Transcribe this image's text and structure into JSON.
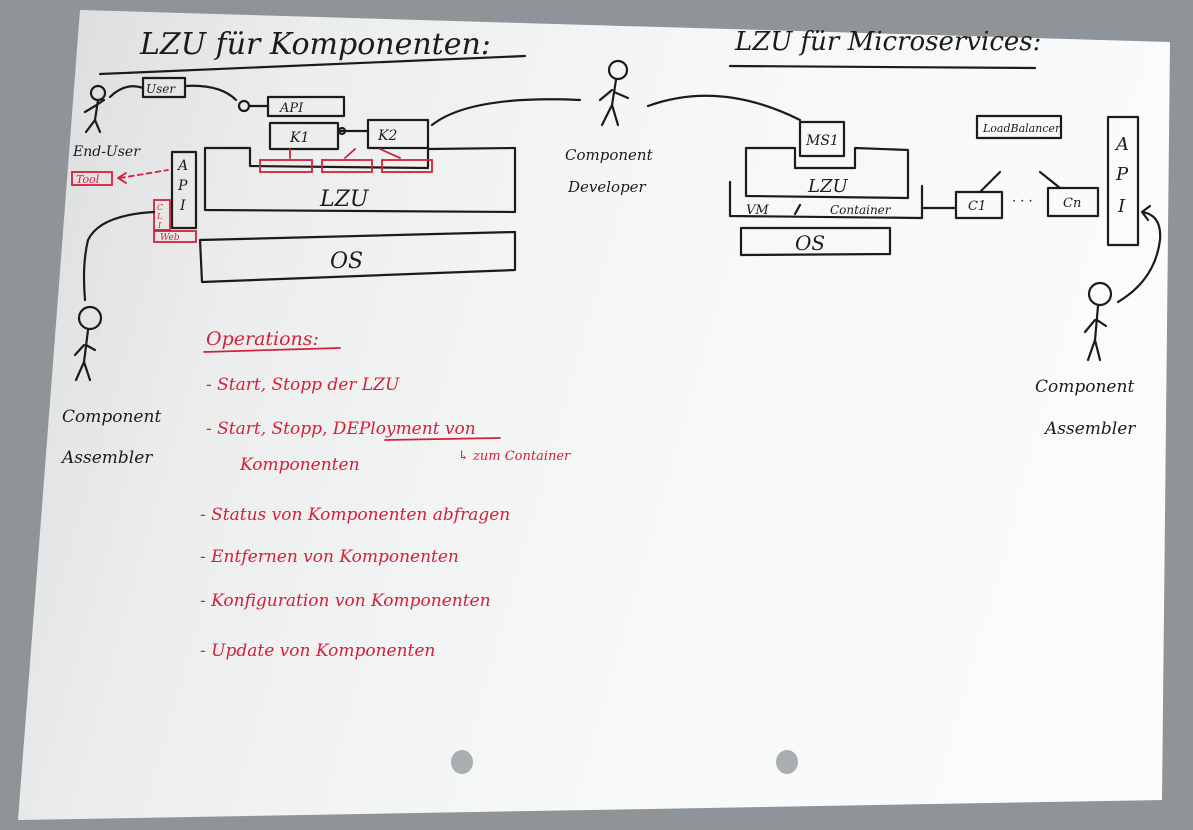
{
  "left": {
    "title": "LZU für Komponenten:",
    "end_user": "End-User",
    "user_tag": "User",
    "tool_tag": "Tool",
    "api_top": "API",
    "k1": "K1",
    "k2": "K2",
    "api_vertical": [
      "A",
      "P",
      "I"
    ],
    "cli": [
      "C",
      "L",
      "I"
    ],
    "web": "Web",
    "lzu": "LZU",
    "os": "OS",
    "component_assembler": [
      "Component",
      "Assembler"
    ]
  },
  "middle": {
    "component_developer": [
      "Component",
      "Developer"
    ]
  },
  "right": {
    "title": "LZU für Microservices:",
    "ms1": "MS1",
    "lzu": "LZU",
    "vm": "VM",
    "container": "Container",
    "os": "OS",
    "load_balancer": "LoadBalancer",
    "c1": "C1",
    "dots": "· · ·",
    "cn": "Cn",
    "api_vertical": [
      "A",
      "P",
      "I"
    ],
    "component_assembler": [
      "Component",
      "Assembler"
    ]
  },
  "operations": {
    "heading": "Operations:",
    "items": [
      "- Start, Stopp der LZU",
      "- Start, Stopp, DEPloyment von",
      "Komponenten",
      "- Status von Komponenten abfragen",
      "- Entfernen von Komponenten",
      "- Konfiguration von Komponenten",
      "- Update von Komponenten"
    ],
    "note": "↳ zum Container"
  },
  "colors": {
    "ink": "#1b1b1b",
    "red": "#d4203a",
    "paper": "#f4f5f5",
    "background": "#8f9498"
  }
}
